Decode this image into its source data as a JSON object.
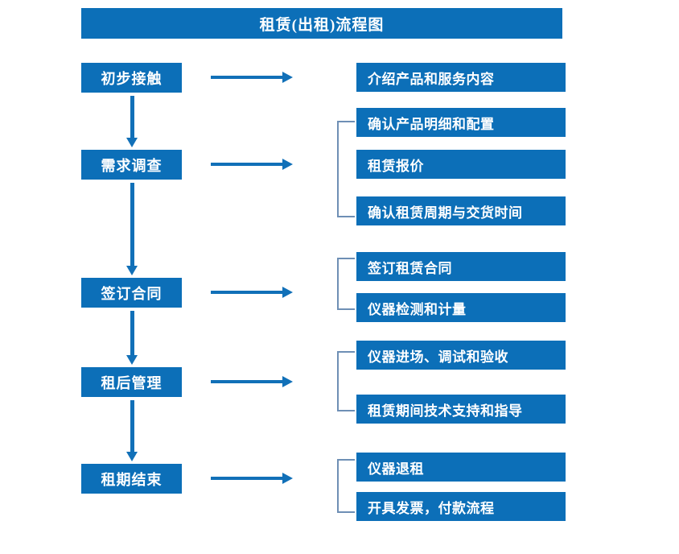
{
  "title": "租赁(出租)流程图",
  "colors": {
    "box_blue": "#0C6FB8",
    "arrow_blue": "#1170B8",
    "bracket_gray_blue": "#6E8FB5",
    "text_white": "#FFFFFF",
    "background": "#FFFFFF"
  },
  "stages": [
    {
      "label": "初步接触"
    },
    {
      "label": "需求调查"
    },
    {
      "label": "签订合同"
    },
    {
      "label": "租后管理"
    },
    {
      "label": "租期结束"
    }
  ],
  "details": [
    {
      "label": "介绍产品和服务内容"
    },
    {
      "label": "确认产品明细和配置"
    },
    {
      "label": "租赁报价"
    },
    {
      "label": "确认租赁周期与交货时间"
    },
    {
      "label": "签订租赁合同"
    },
    {
      "label": "仪器检测和计量"
    },
    {
      "label": "仪器进场、调试和验收"
    },
    {
      "label": "租赁期间技术支持和指导"
    },
    {
      "label": "仪器退租"
    },
    {
      "label": "开具发票，付款流程"
    }
  ],
  "icons": {
    "flow_arrow_right": "right-arrow-icon",
    "flow_arrow_down": "down-arrow-icon",
    "group_bracket": "bracket-icon"
  }
}
